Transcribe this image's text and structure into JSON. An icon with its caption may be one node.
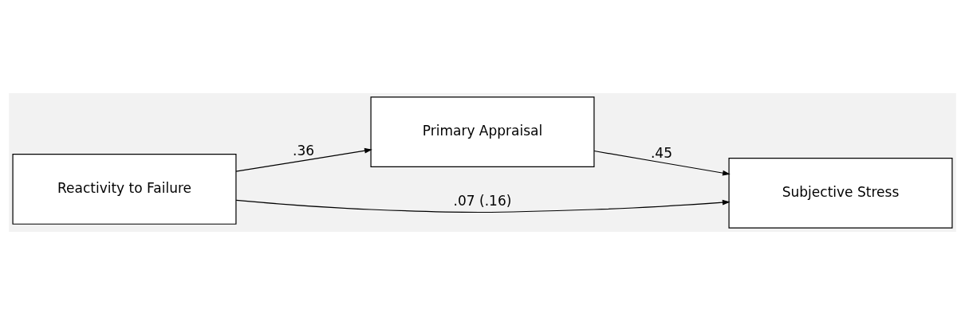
{
  "diagram": {
    "nodes": [
      {
        "text": [
          "Primary Appraisal"
        ]
      },
      {
        "text": [
          "Reactivity to Failure"
        ]
      },
      {
        "text": [
          "Subjective Stress"
        ]
      }
    ],
    "edges": [
      {
        "from": 1,
        "to": 0,
        "arrow": "to",
        "label": ".36"
      },
      {
        "from": 0,
        "to": 2,
        "arrow": "to",
        "label": ".45"
      },
      {
        "from": 1,
        "to": 2,
        "arrow": "to",
        "label": ".07 (.16)"
      }
    ]
  }
}
